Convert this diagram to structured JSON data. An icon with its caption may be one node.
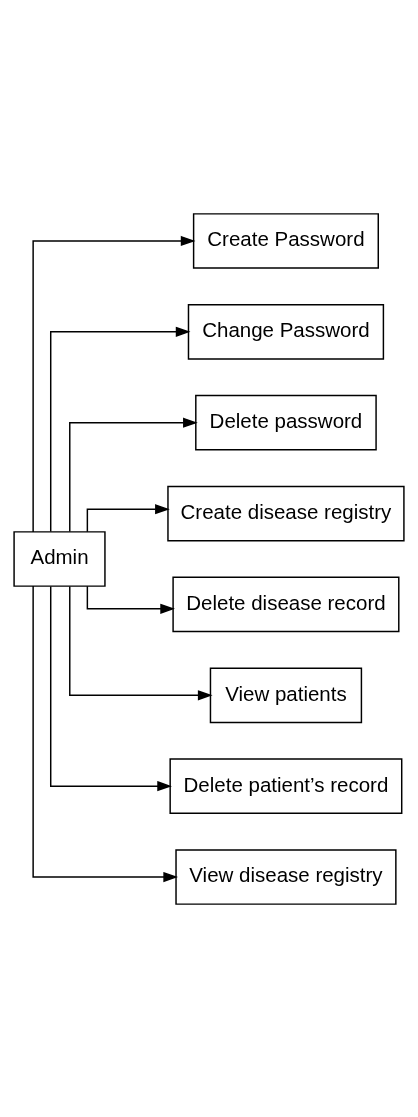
{
  "diagram": {
    "nodes": [
      {
        "text": [
          "Admin"
        ]
      },
      {
        "text": [
          "Create Password"
        ]
      },
      {
        "text": [
          "Change Password"
        ]
      },
      {
        "text": [
          "Delete password"
        ]
      },
      {
        "text": [
          "Create disease registry"
        ]
      },
      {
        "text": [
          "Delete disease record"
        ]
      },
      {
        "text": [
          "View patients"
        ]
      },
      {
        "text": [
          "Delete patient’s record"
        ]
      },
      {
        "text": [
          "View disease registry"
        ]
      }
    ],
    "edges": [
      {
        "from": 0,
        "to": 1,
        "arrow": "to"
      },
      {
        "from": 0,
        "to": 2,
        "arrow": "to"
      },
      {
        "from": 0,
        "to": 3,
        "arrow": "to"
      },
      {
        "from": 0,
        "to": 4,
        "arrow": "to"
      },
      {
        "from": 0,
        "to": 5,
        "arrow": "to"
      },
      {
        "from": 0,
        "to": 6,
        "arrow": "to"
      },
      {
        "from": 0,
        "to": 7,
        "arrow": "to"
      },
      {
        "from": 0,
        "to": 8,
        "arrow": "to"
      }
    ]
  }
}
